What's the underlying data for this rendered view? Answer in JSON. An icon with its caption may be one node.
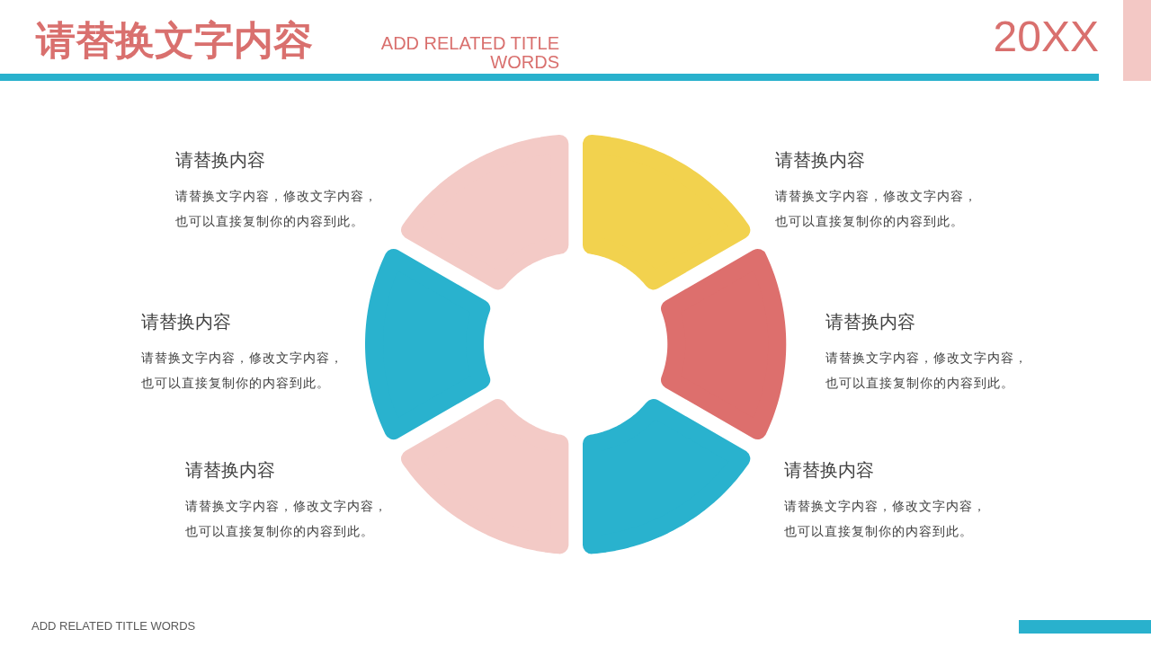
{
  "diagram": {
    "title": "请替换文字内容",
    "nodes": [
      {
        "text": [],
        "shape": "sector",
        "beside": [
          "请替换内容",
          "请替换文字内容，修改文字内容，也可以直接复制你的内容到此。"
        ]
      },
      {
        "text": [],
        "shape": "sector",
        "beside": [
          "请替换内容",
          "请替换文字内容，修改文字内容，也可以直接复制你的内容到此。"
        ]
      },
      {
        "text": [],
        "shape": "sector",
        "beside": [
          "请替换内容",
          "请替换文字内容，修改文字内容，也可以直接复制你的内容到此。"
        ]
      },
      {
        "text": [],
        "shape": "sector",
        "beside": [
          "请替换内容",
          "请替换文字内容，修改文字内容，也可以直接复制你的内容到此。"
        ]
      },
      {
        "text": [],
        "shape": "sector",
        "beside": [
          "请替换内容",
          "请替换文字内容，修改文字内容，也可以直接复制你的内容到此。"
        ]
      },
      {
        "text": [],
        "shape": "sector",
        "beside": [
          "请替换内容",
          "请替换文字内容，修改文字内容，也可以直接复制你的内容到此。"
        ]
      }
    ],
    "labels": [
      "ADD RELATED TITLE WORDS",
      "20XX",
      "ADD RELATED TITLE WORDS"
    ]
  }
}
